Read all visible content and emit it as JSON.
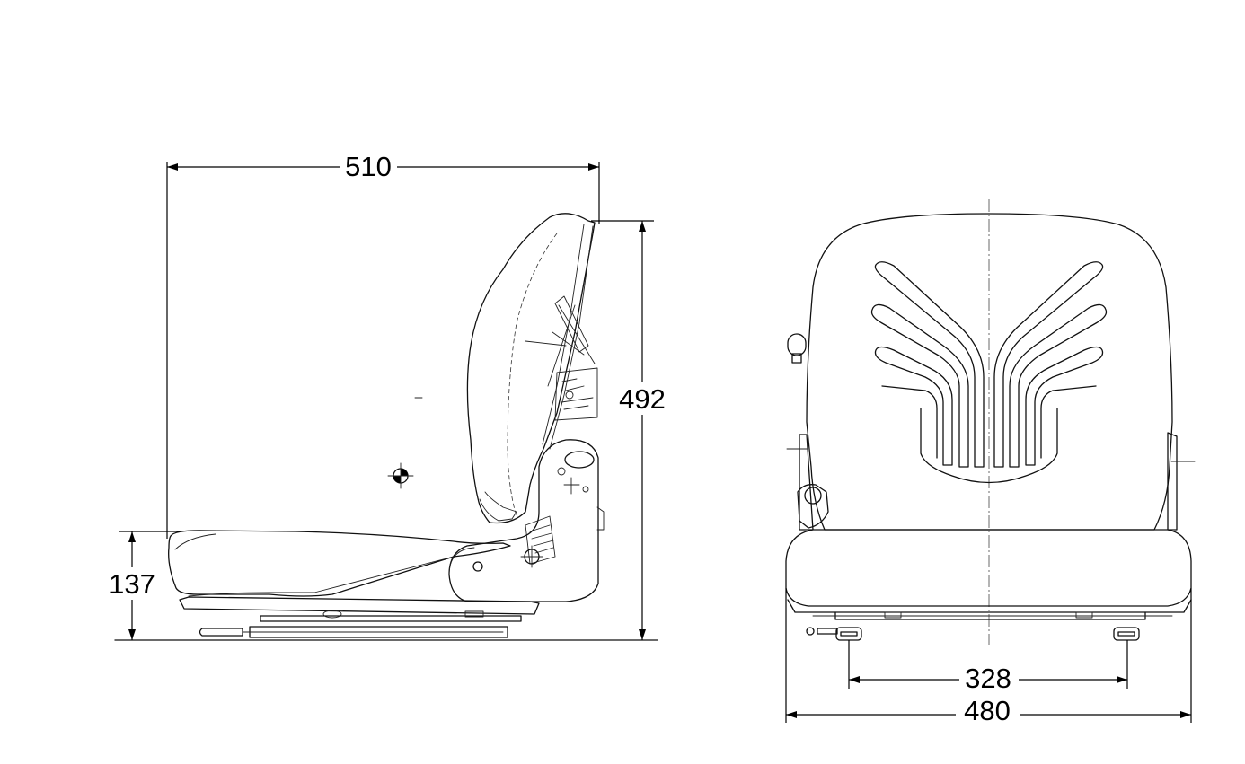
{
  "dimensions": {
    "overall_length": "510",
    "overall_height": "492",
    "seat_height": "137",
    "mount_spacing": "328",
    "overall_width": "480"
  }
}
